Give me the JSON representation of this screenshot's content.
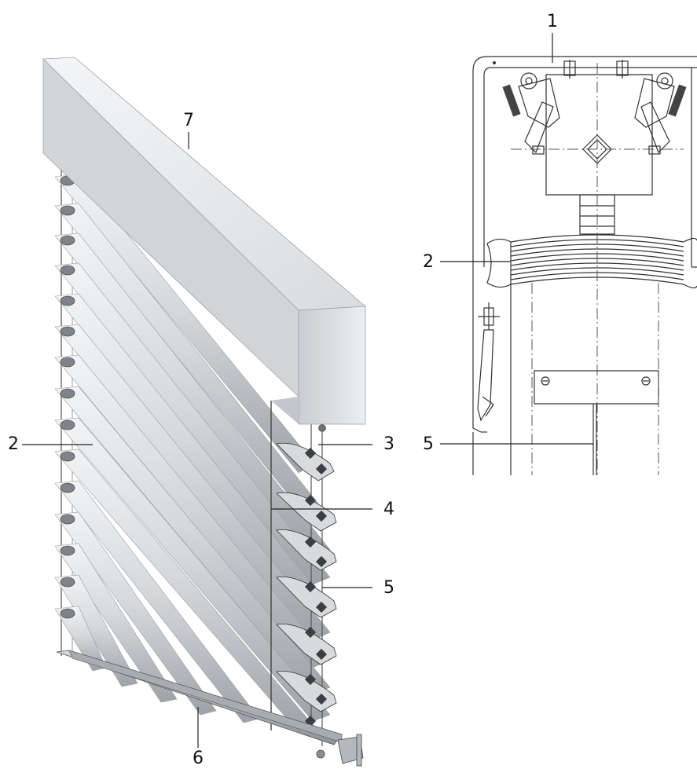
{
  "callouts": {
    "perspective": {
      "cover_box": "7",
      "slats": "2",
      "item_3": "3",
      "item_4": "4",
      "item_5": "5",
      "bottom_rail": "6"
    },
    "section": {
      "head_rail": "1",
      "slats": "2",
      "item_5": "5"
    }
  },
  "colors": {
    "line": "#222222",
    "metal_light": "#e6e8ea",
    "metal_mid": "#b9bdc1",
    "metal_dark": "#8a8f94"
  }
}
